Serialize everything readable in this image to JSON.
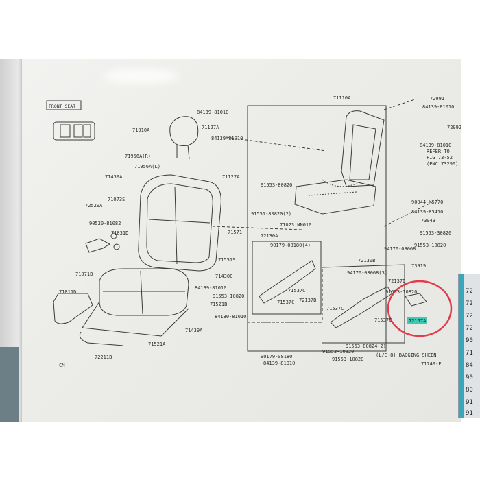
{
  "header_label": "FRONT SEAT",
  "footer_note": "(L/C-8) BAGGING SHEEN",
  "footer_code": "71749-F",
  "corner_mark": "CM",
  "highlight": {
    "part": "72157A",
    "color": "#e23b4a",
    "label_bg": "#3ec9b4"
  },
  "labels": {
    "p71910A": "71910A",
    "p71956AR": "71956A(R)",
    "p71956AL": "71956A(L)",
    "p71439A_top": "71439A",
    "p71073S": "71073S",
    "p72529A": "72529A",
    "p90520": "90520-81082",
    "p71831D": "71831D",
    "p71071B": "71071B",
    "p71811D": "71811D",
    "p72211B": "72211B",
    "p71521A": "71521A",
    "p71439A_bot": "71439A",
    "p71521B": "71521B",
    "p91553_10820_mid": "91553-10820",
    "p84139_mid": "84139-81010",
    "p71430C": "71430C",
    "p71551S": "71551S",
    "p71571": "71571",
    "p71127A_top": "71127A",
    "p71127A_mid": "71127A",
    "p84139_a": "84139-81010",
    "p84139_b": "84139-81010",
    "p91553_80820": "91553-80820",
    "p91551_80820": "91551-80820(2)",
    "p71023": "71023 NN010",
    "p72130A": "72130A",
    "p90179": "90179-08180(4)",
    "p71537C_a": "71537C",
    "p72137B": "72137B",
    "p71537C_b": "71537C",
    "p71110A": "71110A",
    "p72130B": "72130B",
    "p94170": "94170-08068(3)",
    "p72137D": "72137D",
    "p71537C_c": "71537C",
    "p71537C_d": "71537C",
    "p91553_80824": "91553-80824(2)",
    "p91553_10820_bot": "91553-10820",
    "p94170_b": "94170-08068",
    "p72991": "72991",
    "p84139_r1": "84139-81010",
    "p72992": "72992",
    "p84139_r2": "84139-81010",
    "refer1": "REFER TO",
    "refer2": "FIG 73-52",
    "refer3": "(PNC 73290)",
    "p90044": "90044-K5770",
    "p84139_r3": "84139-85410",
    "p73943": "73943",
    "p91553_30820": "91553-30820",
    "p91553_10820_r": "91553-10820",
    "p73919": "73919",
    "p91553_10820_r2": "91553-10820",
    "p84130": "84130-81010",
    "p84139_bot": "84139-81010",
    "p90179_bot": "90179-08180",
    "p91553_foot": "91553-10820"
  },
  "side_numbers": [
    "72",
    "72",
    "72",
    "72",
    "90",
    "71",
    "84",
    "90",
    "80",
    "91",
    "91"
  ]
}
